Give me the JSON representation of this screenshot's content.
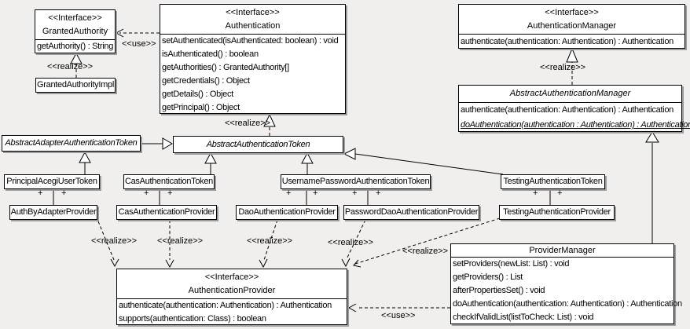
{
  "labels": {
    "realize": "<<realize>>",
    "use": "<<use>>",
    "plus": "+"
  },
  "classes": {
    "grantedAuthority": {
      "stereotype": "<<Interface>>",
      "name": "GrantedAuthority",
      "methods": [
        "getAuthority() : String"
      ]
    },
    "grantedAuthorityImpl": {
      "name": "GrantedAuthorityImpl"
    },
    "authentication": {
      "stereotype": "<<Interface>>",
      "name": "Authentication",
      "methods": [
        "setAuthenticated(isAuthenticated: boolean) : void",
        "isAuthenticated() : boolean",
        "getAuthorities() : GrantedAuthority[]",
        "getCredentials() : Object",
        "getDetails() : Object",
        "getPrincipal() : Object"
      ]
    },
    "authenticationManager": {
      "stereotype": "<<Interface>>",
      "name": "AuthenticationManager",
      "methods": [
        "authenticate(authentication: Authentication) : Authentication"
      ]
    },
    "abstractAuthenticationManager": {
      "name": "AbstractAuthenticationManager",
      "methods": [
        "authenticate(authentication: Authentication) : Authentication",
        "doAuthentication(authentication : Authentication) : Authentication"
      ]
    },
    "abstractAdapterAuthenticationToken": {
      "name": "AbstractAdapterAuthenticationToken"
    },
    "abstractAuthenticationToken": {
      "name": "AbstractAuthenticationToken"
    },
    "principalAcegiUserToken": {
      "name": "PrincipalAcegiUserToken"
    },
    "casAuthenticationToken": {
      "name": "CasAuthenticationToken"
    },
    "usernamePasswordAuthenticationToken": {
      "name": "UsernamePasswordAuthenticationToken"
    },
    "testingAuthenticationToken": {
      "name": "TestingAuthenticationToken"
    },
    "authByAdapterProvider": {
      "name": "AuthByAdapterProvider"
    },
    "casAuthenticationProvider": {
      "name": "CasAuthenticationProvider"
    },
    "daoAuthenticationProvider": {
      "name": "DaoAuthenticationProvider"
    },
    "passwordDaoAuthenticationProvider": {
      "name": "PasswordDaoAuthenticationProvider"
    },
    "testingAuthenticationProvider": {
      "name": "TestingAuthenticationProvider"
    },
    "authenticationProvider": {
      "stereotype": "<<Interface>>",
      "name": "AuthenticationProvider",
      "methods": [
        "authenticate(authentication: Authentication) : Authentication",
        "supports(authentication: Class) : boolean"
      ]
    },
    "providerManager": {
      "name": "ProviderManager",
      "methods": [
        "setProviders(newList: List) : void",
        "getProviders() : List",
        "afterPropertiesSet() : void",
        "doAuthentication(authentication: Authentication) : Authentication",
        "checkIfValidList(listToCheck: List) : void"
      ]
    }
  },
  "colors": {
    "background": "#f0efee",
    "box_fill": "#ffffff",
    "line": "#000000",
    "shadow": "#9c9c9c"
  }
}
